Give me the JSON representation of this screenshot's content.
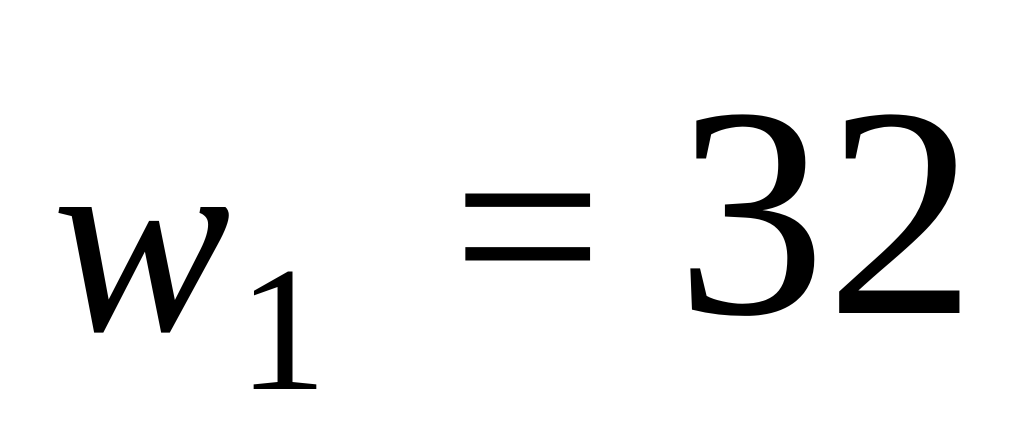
{
  "equation": {
    "variable": "w",
    "subscript": "1",
    "operator": "=",
    "value": "32"
  }
}
